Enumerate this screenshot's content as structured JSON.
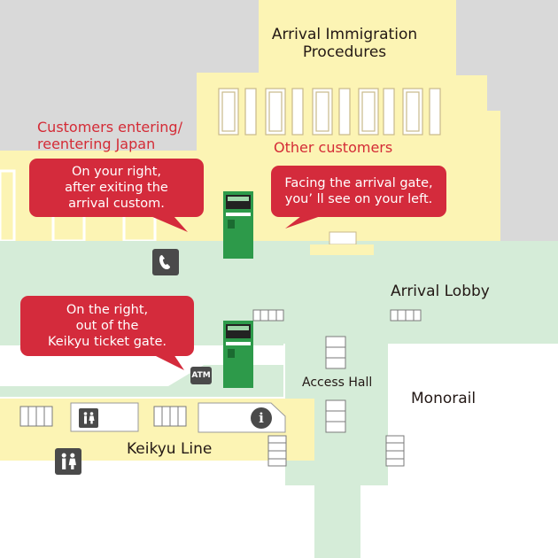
{
  "labels": {
    "immigration_line1": "Arrival Immigration",
    "immigration_line2": "Procedures",
    "entering_line1": "Customers entering/",
    "entering_line2": "reentering Japan",
    "other_customers": "Other customers",
    "arrival_lobby": "Arrival Lobby",
    "access_hall": "Access Hall",
    "monorail": "Monorail",
    "keikyu_line": "Keikyu Line"
  },
  "callouts": {
    "right_after_customs": [
      "On your right,",
      "after exiting the",
      "arrival custom."
    ],
    "facing_gate": [
      "Facing the arrival gate,",
      "you’ ll see on your left."
    ],
    "keikyu_gate": [
      "On the right,",
      "out of the",
      "Keikyu ticket gate."
    ]
  },
  "icons": {
    "phone": "phone-icon",
    "atm": "ATM",
    "info": "i",
    "toilets": "restroom-icon"
  },
  "colors": {
    "background": "#ffffff",
    "restricted_area": "#d9d9d9",
    "arrival_area": "#fcf4b4",
    "public_area": "#d5ecd8",
    "callout": "#d42b3c",
    "red_text": "#d42b36",
    "machine": "#2d9a4a",
    "icon_box": "#4a4a4a"
  }
}
